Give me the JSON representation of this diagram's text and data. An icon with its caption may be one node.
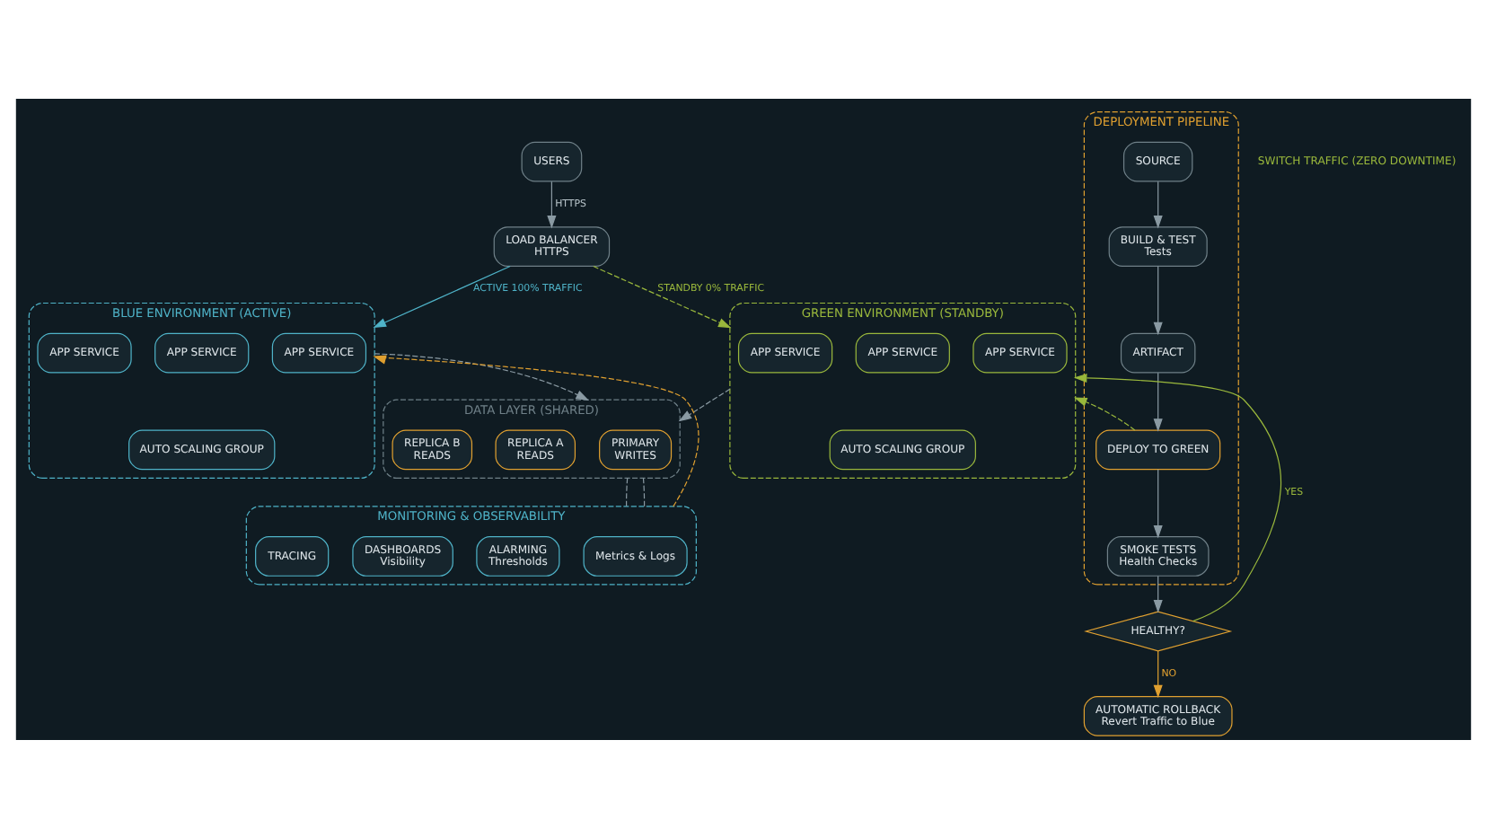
{
  "diagram": {
    "nodes": [
      {
        "text": [
          "USERS"
        ]
      },
      {
        "text": [
          "LOAD BALANCER",
          "HTTPS"
        ]
      },
      {
        "text": [
          "BLUE ENVIRONMENT (ACTIVE)"
        ]
      },
      {
        "text": [
          "APP SERVICE"
        ],
        "in": 2
      },
      {
        "text": [
          "APP SERVICE"
        ],
        "in": 2
      },
      {
        "text": [
          "APP SERVICE"
        ],
        "in": 2
      },
      {
        "text": [
          "AUTO SCALING GROUP"
        ],
        "in": 2
      },
      {
        "text": [
          "GREEN ENVIRONMENT (STANDBY)"
        ]
      },
      {
        "text": [
          "APP SERVICE"
        ],
        "in": 7
      },
      {
        "text": [
          "APP SERVICE"
        ],
        "in": 7
      },
      {
        "text": [
          "APP SERVICE"
        ],
        "in": 7
      },
      {
        "text": [
          "AUTO SCALING GROUP"
        ],
        "in": 7
      },
      {
        "text": [
          "DEPLOYMENT PIPELINE"
        ]
      },
      {
        "text": [
          "SOURCE"
        ],
        "in": 12
      },
      {
        "text": [
          "BUILD & TEST",
          "Tests"
        ],
        "in": 12
      },
      {
        "text": [
          "ARTIFACT"
        ],
        "in": 12
      },
      {
        "text": [
          "DEPLOY TO GREEN"
        ],
        "in": 12
      },
      {
        "text": [
          "SMOKE TESTS",
          "Health Checks"
        ],
        "in": 12
      },
      {
        "text": [
          "HEALTHY?"
        ]
      },
      {
        "text": [
          "AUTOMATIC ROLLBACK",
          "Revert Traffic to Blue"
        ]
      },
      {
        "text": [
          "DATA LAYER (SHARED)"
        ]
      },
      {
        "text": [
          "PRIMARY",
          "WRITES"
        ],
        "in": 20
      },
      {
        "text": [
          "REPLICA A",
          "READS"
        ],
        "in": 20
      },
      {
        "text": [
          "REPLICA B",
          "READS"
        ],
        "in": 20
      },
      {
        "text": [
          "MONITORING & OBSERVABILITY"
        ]
      },
      {
        "text": [
          "Metrics & Logs"
        ],
        "in": 24
      },
      {
        "text": [
          "ALARMING",
          "Thresholds"
        ],
        "in": 24
      },
      {
        "text": [
          "DASHBOARDS",
          "Visibility"
        ],
        "in": 24
      },
      {
        "text": [
          "TRACING"
        ],
        "in": 24
      }
    ],
    "edges": [
      {
        "from": 0,
        "to": 1,
        "arrow": "to",
        "label": "HTTPS"
      },
      {
        "from": 1,
        "to": 2,
        "arrow": "to",
        "label": "ACTIVE 100% TRAFFIC",
        "color": "#4fb3c8"
      },
      {
        "from": 1,
        "to": 7,
        "arrow": "to",
        "label": "STANDBY 0% TRAFFIC",
        "style": "dashed",
        "color": "#9ab83c"
      },
      {
        "from": 13,
        "to": 14,
        "arrow": "to"
      },
      {
        "from": 14,
        "to": 15,
        "arrow": "to"
      },
      {
        "from": 15,
        "to": 16,
        "arrow": "to"
      },
      {
        "from": 16,
        "to": 17,
        "arrow": "to"
      },
      {
        "from": 17,
        "to": 18,
        "arrow": "to"
      },
      {
        "from": 16,
        "to": 7,
        "arrow": "to",
        "style": "dashed",
        "color": "#9ab83c"
      },
      {
        "from": 18,
        "to": 7,
        "arrow": "to",
        "label": "YES",
        "color": "#9ab83c"
      },
      {
        "from": 18,
        "to": 19,
        "arrow": "to",
        "label": "NO",
        "color": "#e0a030"
      },
      {
        "from": 2,
        "to": 20,
        "arrow": "to",
        "style": "dashed"
      },
      {
        "from": 7,
        "to": 20,
        "arrow": "to",
        "style": "dashed"
      },
      {
        "from": 20,
        "to": 24,
        "arrow": "none",
        "style": "dashed"
      },
      {
        "from": 20,
        "to": 24,
        "arrow": "none",
        "style": "dashed"
      },
      {
        "from": 24,
        "to": 2,
        "arrow": "to",
        "style": "dashed",
        "color": "#e0a030"
      }
    ],
    "labels": [
      "SWITCH TRAFFIC (ZERO DOWNTIME)"
    ]
  }
}
